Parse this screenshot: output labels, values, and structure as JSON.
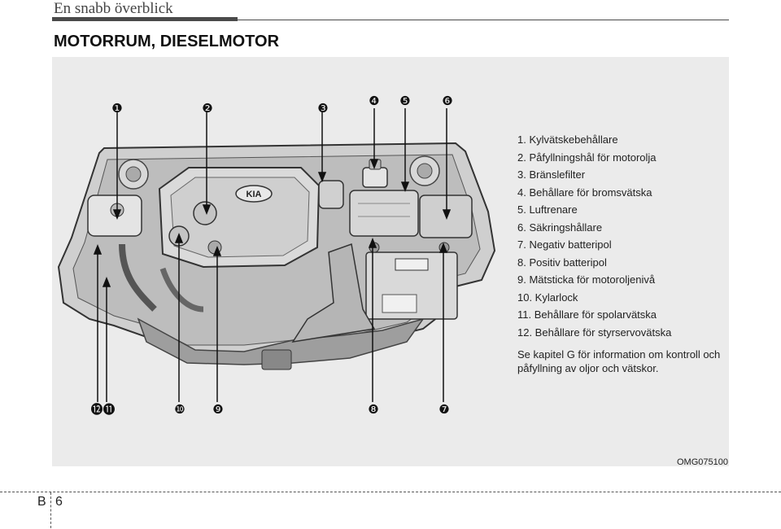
{
  "header": {
    "chapter": "En snabb överblick"
  },
  "section": {
    "title": "MOTORRUM, DIESELMOTOR"
  },
  "callouts": {
    "c1": "❶",
    "c2": "❷",
    "c3": "❸",
    "c4": "❹",
    "c5": "❺",
    "c6": "❻",
    "c7": "❼",
    "c8": "❽",
    "c9": "❾",
    "c10": "❿",
    "c11": "⓫",
    "c12": "⓬"
  },
  "engine": {
    "badge": "KIA"
  },
  "legend": [
    "1. Kylvätskebehållare",
    "2. Påfyllningshål för motorolja",
    "3. Bränslefilter",
    "4. Behållare för bromsvätska",
    "5. Luftrenare",
    "6. Säkringshållare",
    "7. Negativ batteripol",
    "8. Positiv batteripol",
    "9. Mätsticka för motoroljenivå",
    "10. Kylarlock",
    "11. Behållare för spolarvätska",
    "12. Behållare för styrservovätska"
  ],
  "note": "Se kapitel G för information om kontroll och påfyllning av oljor och vätskor.",
  "figure_code": "OMG075100",
  "footer": {
    "section_letter": "B",
    "page_number": "6"
  }
}
